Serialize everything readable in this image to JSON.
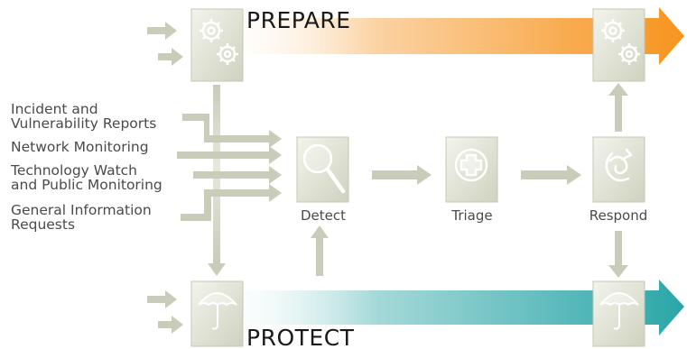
{
  "title_top": "PREPARE",
  "title_bottom": "PROTECT",
  "inputs": [
    {
      "line1": "Incident and",
      "line2": "Vulnerability Reports"
    },
    {
      "line1": "Network Monitoring",
      "line2": ""
    },
    {
      "line1": "Technology Watch",
      "line2": "and Public Monitoring"
    },
    {
      "line1": "General Information",
      "line2": "Requests"
    }
  ],
  "stages": {
    "detect": "Detect",
    "triage": "Triage",
    "respond": "Respond"
  },
  "colors": {
    "prepare_arrow": "#f7941d",
    "protect_arrow": "#2aa6a8",
    "flow_arrow": "#c9ccb8",
    "box_fill": "#dfe1d3",
    "icon_stroke": "#ffffff"
  },
  "icons": {
    "prepare_box": "gears-icon",
    "protect_box": "umbrella-icon",
    "detect_box": "magnifier-icon",
    "triage_box": "medical-cross-icon",
    "respond_box": "cycle-icon"
  }
}
